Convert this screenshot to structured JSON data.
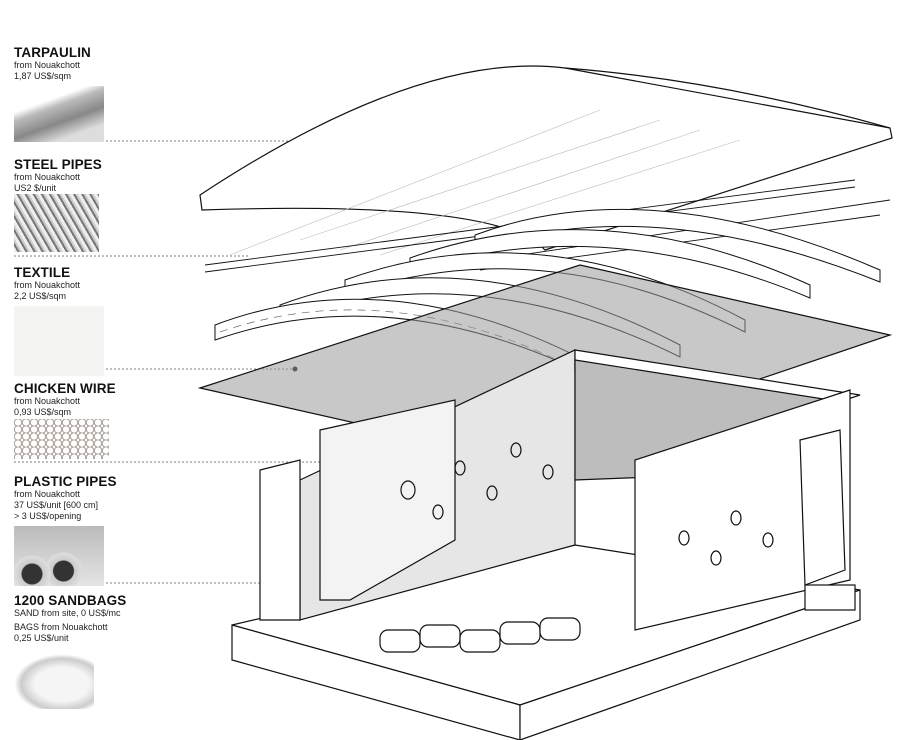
{
  "materials": [
    {
      "name": "TARPAULIN",
      "lines": [
        "from Nouakchott",
        "1,87 US$/sqm"
      ],
      "icon": "tarpaulin-photo"
    },
    {
      "name": "STEEL PIPES",
      "lines": [
        "from Nouakchott",
        "US2 $/unit"
      ],
      "icon": "steel-pipes-photo"
    },
    {
      "name": "TEXTILE",
      "lines": [
        "from Nouakchott",
        "2,2 US$/sqm"
      ],
      "icon": "textile-photo"
    },
    {
      "name": "CHICKEN WIRE",
      "lines": [
        "from Nouakchott",
        "0,93 US$/sqm"
      ],
      "icon": "chicken-wire-photo"
    },
    {
      "name": "PLASTIC PIPES",
      "lines": [
        "from Nouakchott",
        "37 US$/unit [600 cm]",
        "> 3 US$/opening"
      ],
      "icon": "plastic-pipes-photo"
    },
    {
      "name": "1200 SANDBAGS",
      "lines": [
        "SAND from site, 0 US$/mc",
        "BAGS from Nouakchott",
        "0,25 US$/unit"
      ],
      "icon": "sandbag-photo"
    }
  ],
  "colors": {
    "line": "#111111",
    "shade": "#cfcfcf",
    "textile": "#9a9a9a"
  }
}
